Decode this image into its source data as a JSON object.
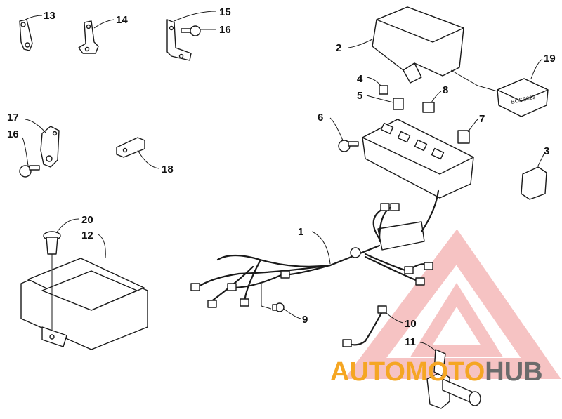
{
  "callouts": {
    "c1": "1",
    "c2": "2",
    "c3": "3",
    "c4": "4",
    "c5": "5",
    "c6": "6",
    "c7": "7",
    "c8": "8",
    "c9": "9",
    "c10": "10",
    "c11": "11",
    "c12": "12",
    "c13": "13",
    "c14": "14",
    "c15": "15",
    "c16a": "16",
    "c16b": "16",
    "c17": "17",
    "c18": "18",
    "c19": "19",
    "c20": "20"
  },
  "relay_label": "BOSS023",
  "watermark": {
    "part1": "AUTOM",
    "part2": "OTO",
    "part3": "HUB",
    "color_part1": "#f5a623",
    "color_part2": "#f5a623",
    "color_part3": "#6b6b6b",
    "triangle_color": "#f4b8b8"
  }
}
